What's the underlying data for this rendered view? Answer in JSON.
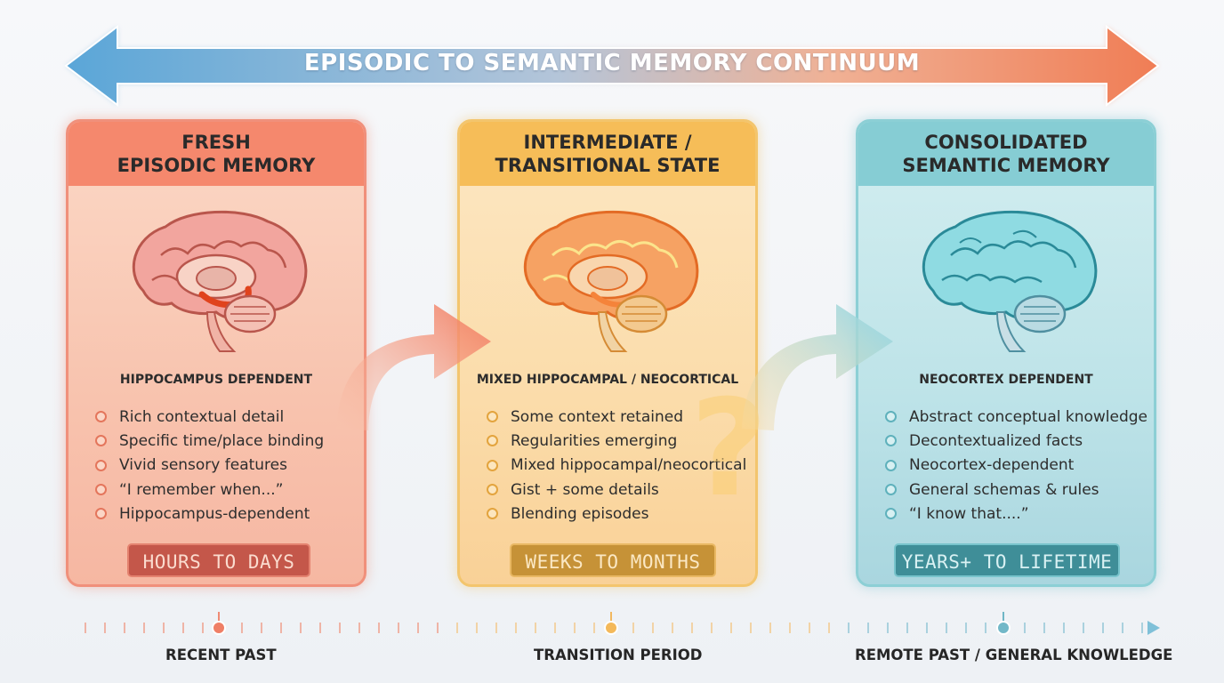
{
  "title": "EPISODIC TO SEMANTIC MEMORY CONTINUUM",
  "panels": [
    {
      "heading_line1": "FRESH",
      "heading_line2": "EPISODIC MEMORY",
      "subtitle": "HIPPOCAMPUS DEPENDENT",
      "bullets": [
        "Rich contextual detail",
        "Specific time/place binding",
        "Vivid sensory features",
        "“I remember when...”",
        "Hippocampus-dependent"
      ],
      "timeframe": "HOURS TO DAYS",
      "color": "#f5886d"
    },
    {
      "heading_line1": "INTERMEDIATE /",
      "heading_line2": "TRANSITIONAL STATE",
      "subtitle": "MIXED HIPPOCAMPAL / NEOCORTICAL",
      "bullets": [
        "Some context retained",
        "Regularities emerging",
        "Mixed hippocampal/neocortical",
        "Gist + some details",
        "Blending episodes"
      ],
      "timeframe": "WEEKS TO MONTHS",
      "color": "#f6bd58"
    },
    {
      "heading_line1": "CONSOLIDATED",
      "heading_line2": "SEMANTIC MEMORY",
      "subtitle": "NEOCORTEX DEPENDENT",
      "bullets": [
        "Abstract conceptual knowledge",
        "Decontextualized facts",
        "Neocortex-dependent",
        "General schemas & rules",
        "“I know that....”"
      ],
      "timeframe": "YEARS+ TO LIFETIME",
      "color": "#86cdd4"
    }
  ],
  "question_mark": "?",
  "timeline": {
    "labels": [
      "RECENT PAST",
      "TRANSITION PERIOD",
      "REMOTE PAST / GENERAL KNOWLEDGE"
    ]
  },
  "icons": [
    "brain-icon",
    "curved-arrow-icon",
    "question-mark-icon",
    "double-arrow-icon"
  ]
}
